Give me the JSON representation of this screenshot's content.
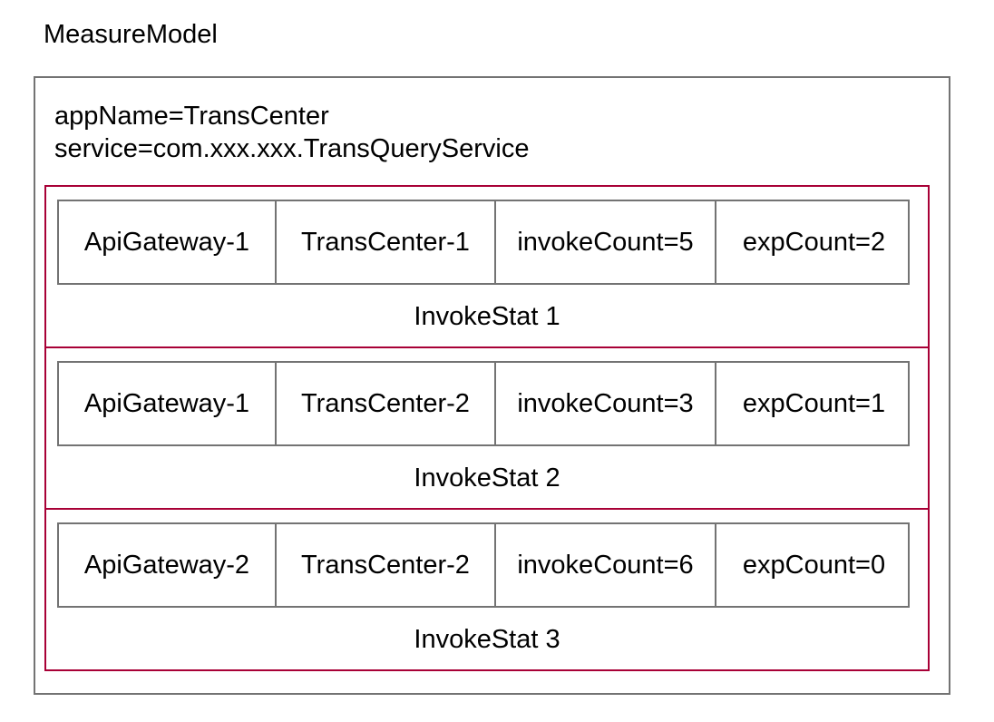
{
  "diagram": {
    "title": "MeasureModel",
    "header_lines": [
      "appName=TransCenter",
      "service=com.xxx.xxx.TransQueryService"
    ],
    "invoke_stats": [
      {
        "label": "InvokeStat 1",
        "cells": [
          "ApiGateway-1",
          "TransCenter-1",
          "invokeCount=5",
          "expCount=2"
        ]
      },
      {
        "label": "InvokeStat 2",
        "cells": [
          "ApiGateway-1",
          "TransCenter-2",
          "invokeCount=3",
          "expCount=1"
        ]
      },
      {
        "label": "InvokeStat 3",
        "cells": [
          "ApiGateway-2",
          "TransCenter-2",
          "invokeCount=6",
          "expCount=0"
        ]
      }
    ],
    "colors": {
      "stat_border": "#A80036",
      "outer_border": "#737373",
      "cell_border": "#737373",
      "text": "#000000",
      "background": "#FFFFFF"
    }
  }
}
